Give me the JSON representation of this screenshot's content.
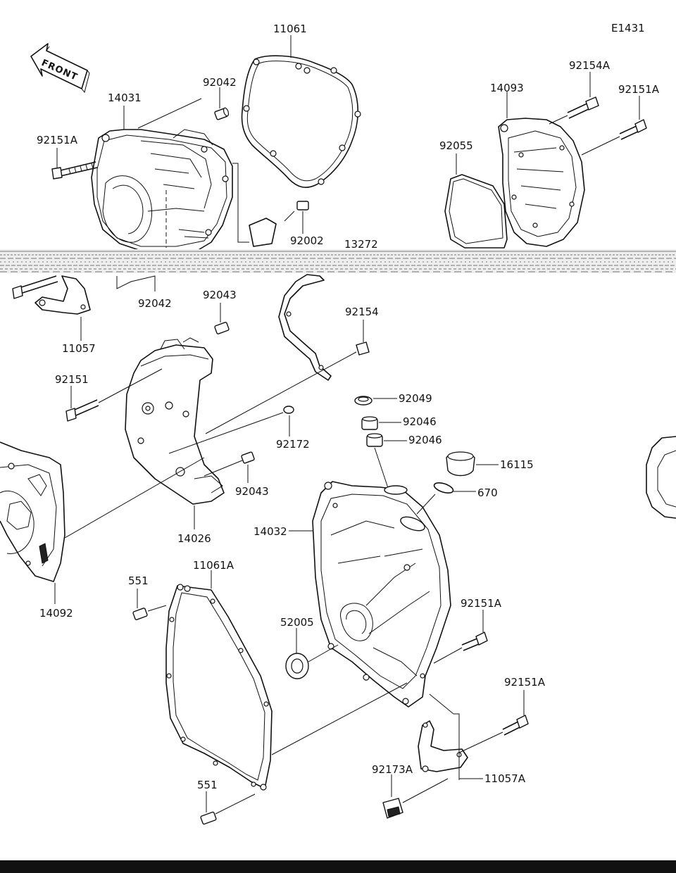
{
  "diagram_code": "E1431",
  "front_arrow": {
    "text": "FRONT"
  },
  "parts": [
    {
      "id": "p11061",
      "label": "11061"
    },
    {
      "id": "p92042a",
      "label": "92042"
    },
    {
      "id": "p14031",
      "label": "14031"
    },
    {
      "id": "p92151Aa",
      "label": "92151A"
    },
    {
      "id": "p92002",
      "label": "92002"
    },
    {
      "id": "p14093",
      "label": "14093"
    },
    {
      "id": "p92154A",
      "label": "92154A"
    },
    {
      "id": "p92151Ab",
      "label": "92151A"
    },
    {
      "id": "p92055",
      "label": "92055"
    },
    {
      "id": "p13272",
      "label": "13272"
    },
    {
      "id": "p92042b",
      "label": "92042"
    },
    {
      "id": "p92043a",
      "label": "92043"
    },
    {
      "id": "p11057",
      "label": "11057"
    },
    {
      "id": "p92154",
      "label": "92154"
    },
    {
      "id": "p92151",
      "label": "92151"
    },
    {
      "id": "p92049",
      "label": "92049"
    },
    {
      "id": "p92046a",
      "label": "92046"
    },
    {
      "id": "p92046b",
      "label": "92046"
    },
    {
      "id": "p92172",
      "label": "92172"
    },
    {
      "id": "p16115",
      "label": "16115"
    },
    {
      "id": "p92043b",
      "label": "92043"
    },
    {
      "id": "p670",
      "label": "670"
    },
    {
      "id": "p14026",
      "label": "14026"
    },
    {
      "id": "p14032",
      "label": "14032"
    },
    {
      "id": "p11061A",
      "label": "11061A"
    },
    {
      "id": "p551a",
      "label": "551"
    },
    {
      "id": "p14092",
      "label": "14092"
    },
    {
      "id": "p92151Ac",
      "label": "92151A"
    },
    {
      "id": "p52005",
      "label": "52005"
    },
    {
      "id": "p92151Ad",
      "label": "92151A"
    },
    {
      "id": "p92173A",
      "label": "92173A"
    },
    {
      "id": "p11057A",
      "label": "11057A"
    },
    {
      "id": "p551b",
      "label": "551"
    }
  ]
}
